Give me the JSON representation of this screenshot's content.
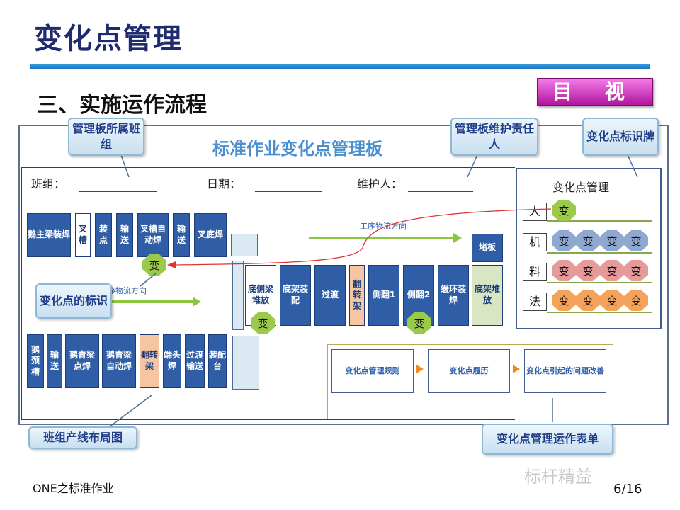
{
  "slide": {
    "title": "变化点管理",
    "subtitle": "三、实施运作流程",
    "badge": "目  视",
    "footer": "ONE之标准作业",
    "page": "6/16",
    "watermark": "标杆精益"
  },
  "board": {
    "title": "标准作业变化点管理板",
    "field_team": "班组：",
    "field_date": "日期：",
    "field_keeper": "维护人：",
    "flow_label": "工序物流方向",
    "flow_label_cut": "序物流方向",
    "top_row": [
      "鹅主梁装焊",
      "叉槽",
      "装点",
      "输送",
      "叉槽自动焊",
      "输送",
      "叉底焊"
    ],
    "mid_row": [
      "底侧梁堆放",
      "底架装配",
      "过渡",
      "翻转架",
      "侧翻1",
      "侧翻2",
      "缓环装焊",
      "底架堆放"
    ],
    "upper_right": "堵板",
    "bottom_row": [
      "鹅颈槽",
      "输送",
      "鹅青梁点焊",
      "鹅青梁自动焊",
      "翻转架",
      "端头焊",
      "过渡输送",
      "装配台"
    ],
    "change_mark": "变"
  },
  "panel": {
    "title": "变化点管理",
    "rows": [
      {
        "tag": "人",
        "count": 1
      },
      {
        "tag": "机",
        "count": 4
      },
      {
        "tag": "料",
        "count": 4
      },
      {
        "tag": "法",
        "count": 4
      }
    ]
  },
  "forms": [
    "变化点管理规则",
    "变化点履历",
    "变化点引起的问题改善"
  ],
  "callouts": {
    "team": "管理板所属班组",
    "keeper": "管理板维护责任人",
    "sign": "变化点标识牌",
    "mark": "变化点的标识",
    "layout": "班组产线布局图",
    "forms": "变化点管理运作表单"
  },
  "colors": {
    "man": "#9bc94a",
    "machine": "#8fa8cf",
    "material": "#e79a9a",
    "method": "#f5a25a"
  }
}
